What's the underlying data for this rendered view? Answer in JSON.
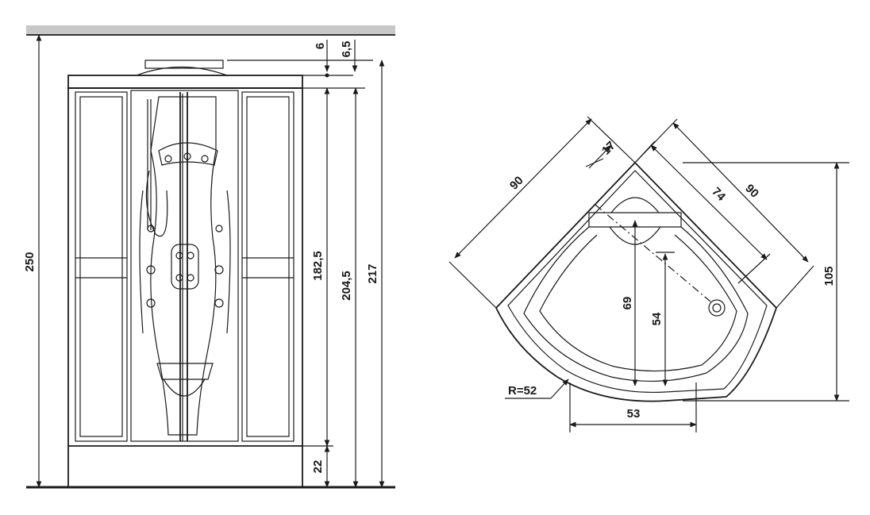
{
  "front_view": {
    "dims": {
      "total_height": "250",
      "gap_top": "6",
      "gap_top2": "6,5",
      "door_height": "182,5",
      "inner_height": "204,5",
      "cabin_height": "217",
      "tray_height": "22"
    }
  },
  "top_view": {
    "dims": {
      "side_left": "90",
      "side_right": "90",
      "offset": "17",
      "inner_side": "74",
      "depth_total": "105",
      "depth_front": "69",
      "depth_inner": "54",
      "radius": "R=52",
      "entry_width": "53"
    }
  },
  "colors": {
    "ceiling": "#c8c8c8",
    "line": "#1a1a1a"
  }
}
